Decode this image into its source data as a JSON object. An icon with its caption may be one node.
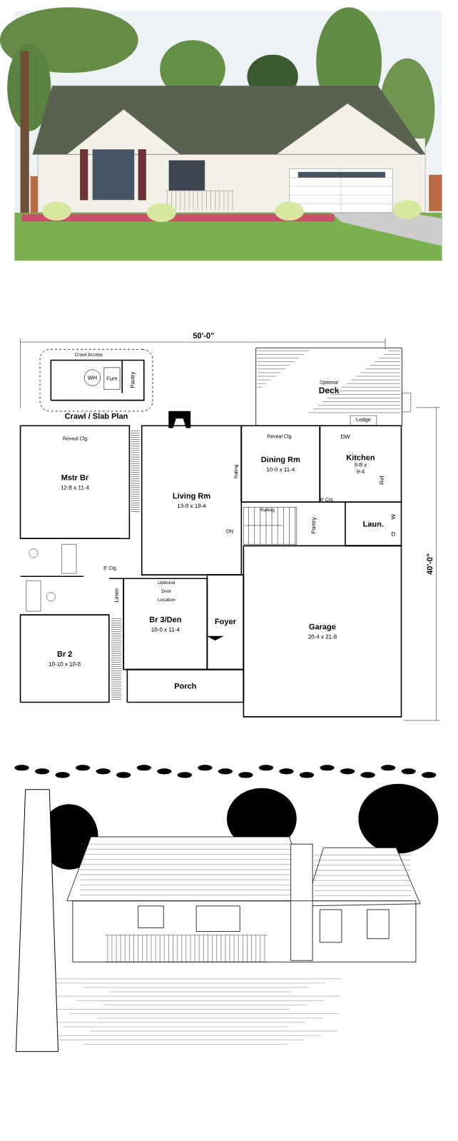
{
  "diagram": {
    "nodes": [
      {
        "text": [
          "Crawl / Slab Plan"
        ]
      },
      {
        "text": [
          "WH"
        ],
        "in": 0
      },
      {
        "text": [
          "Furn"
        ],
        "in": 0
      },
      {
        "text": [
          "Optional",
          "Deck"
        ]
      },
      {
        "text": [
          "Mstr Br",
          "12-8 x 11-4"
        ]
      },
      {
        "text": [
          "Living Rm",
          "13-0 x 19-4"
        ]
      },
      {
        "text": [
          "Dining Rm",
          "10-0 x 11-4"
        ]
      },
      {
        "text": [
          "Kitchen",
          "9-8 x 9-4"
        ]
      },
      {
        "text": [
          "Laun."
        ]
      },
      {
        "text": [
          "Foyer"
        ]
      },
      {
        "text": [
          "Br 3/Den",
          "10-0 x 11-4"
        ]
      },
      {
        "text": [
          "Br 2",
          "10-10 x 10-8"
        ]
      },
      {
        "text": [
          "Porch"
        ]
      },
      {
        "text": [
          "Garage",
          "20-4 x 21-8"
        ]
      }
    ],
    "labels": [
      "50'-0\"",
      "40'-0\"",
      "Crawl Access",
      "Pantry",
      "Ledge",
      "DW",
      "Ref",
      "W",
      "D",
      "Reveal Clg.",
      "Reveal Clg.",
      "Railing",
      "Railing",
      "DN",
      "Pantry",
      "8' Clg.",
      "8' Clg.",
      "Linen",
      "Optional Door Location"
    ]
  }
}
